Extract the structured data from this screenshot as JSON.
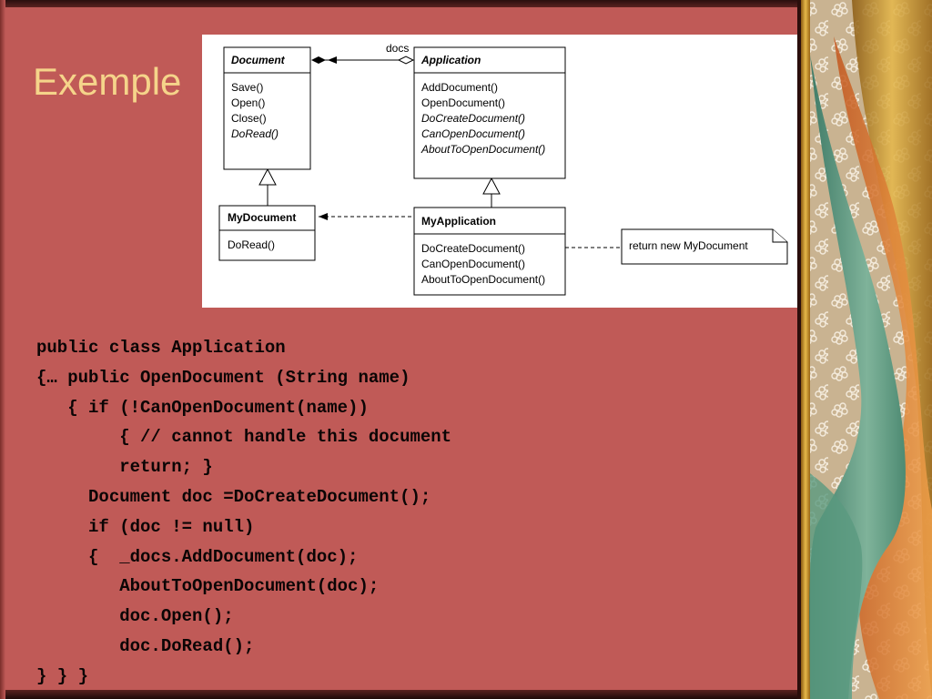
{
  "slide": {
    "title": "Exemple"
  },
  "diagram": {
    "association_label": "docs",
    "classes": {
      "document": {
        "name": "Document",
        "methods": [
          "Save()",
          "Open()",
          "Close()",
          "DoRead()"
        ]
      },
      "application": {
        "name": "Application",
        "methods": [
          "AddDocument()",
          "OpenDocument()",
          "DoCreateDocument()",
          "CanOpenDocument()",
          "AboutToOpenDocument()"
        ]
      },
      "mydocument": {
        "name": "MyDocument",
        "methods": [
          "DoRead()"
        ]
      },
      "myapplication": {
        "name": "MyApplication",
        "methods": [
          "DoCreateDocument()",
          "CanOpenDocument()",
          "AboutToOpenDocument()"
        ]
      }
    },
    "note": "return new MyDocument"
  },
  "code": {
    "lines": [
      "public class Application",
      "{… public OpenDocument (String name)",
      "   { if (!CanOpenDocument(name))",
      "        { // cannot handle this document",
      "        return; }",
      "     Document doc =DoCreateDocument();",
      "     if (doc != null)",
      "     {  _docs.AddDocument(doc);",
      "        AboutToOpenDocument(doc);",
      "        doc.Open();",
      "        doc.DoRead();",
      "} } }"
    ]
  },
  "colors": {
    "background": "#c05a57",
    "title": "#f5d48a",
    "code_text": "#0b0505"
  }
}
